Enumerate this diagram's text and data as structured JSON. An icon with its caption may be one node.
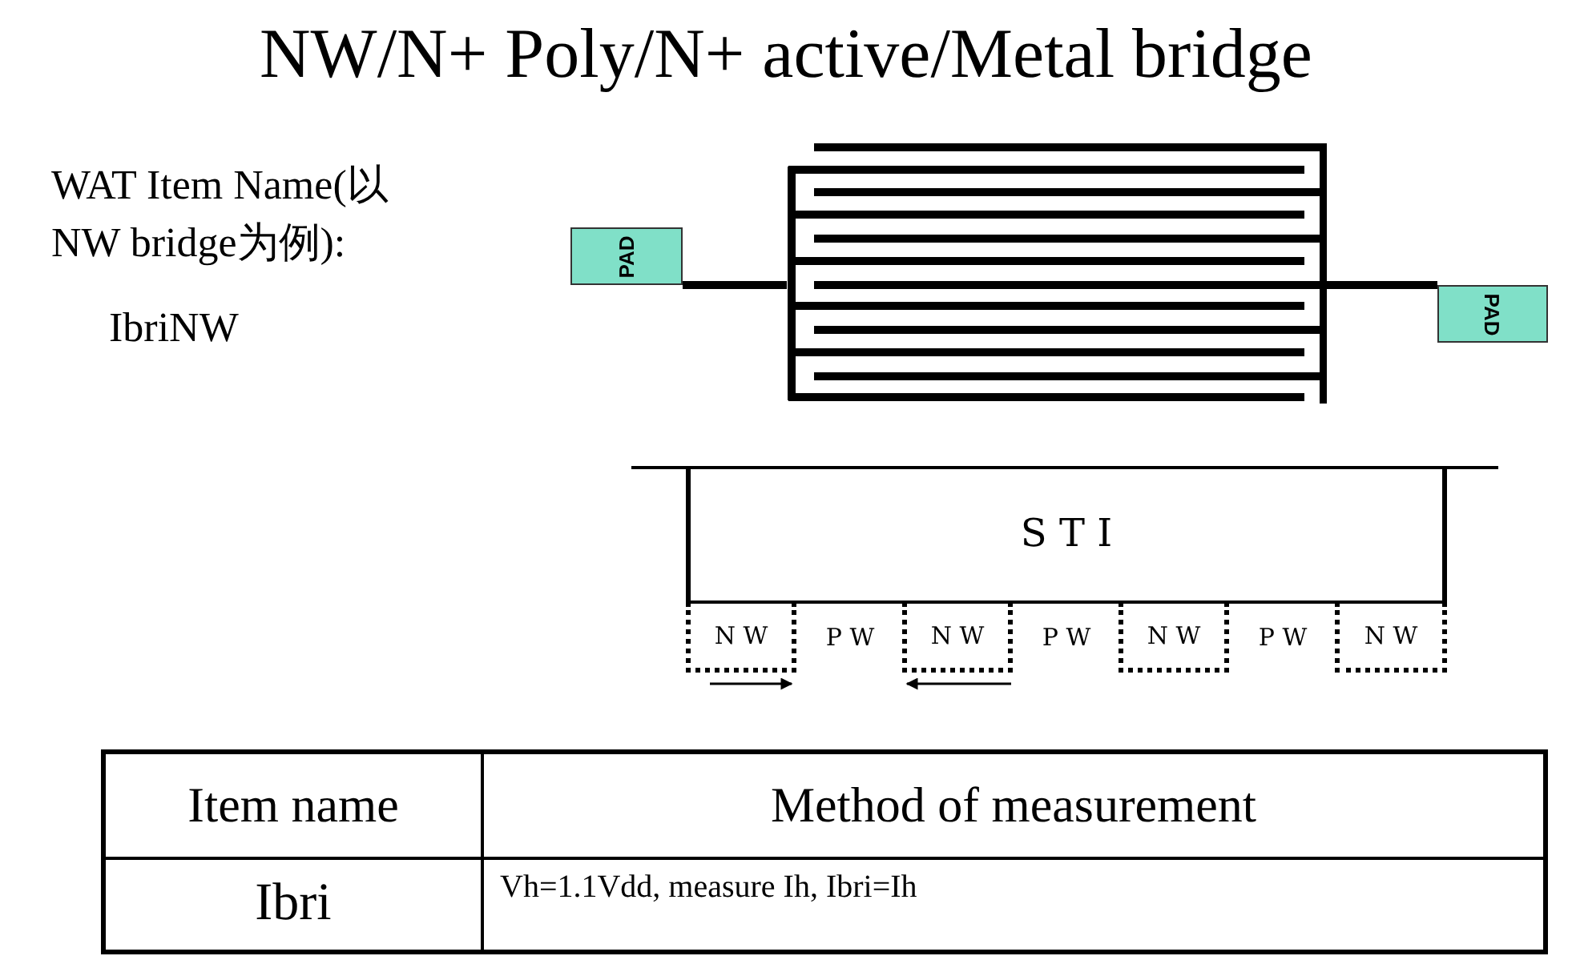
{
  "diagram": {
    "title": "NW/N+ Poly/N+ active/Metal bridge",
    "nodes": [
      {
        "text": [
          "PAD"
        ]
      },
      {
        "text": [],
        "shape": "picture"
      },
      {
        "text": [
          "PAD"
        ]
      },
      {
        "text": [
          "S T I"
        ]
      },
      {
        "text": [
          "N W"
        ]
      },
      {
        "text": [
          "P W"
        ]
      },
      {
        "text": [
          "N W"
        ]
      },
      {
        "text": [
          "P W"
        ]
      },
      {
        "text": [
          "N W"
        ]
      },
      {
        "text": [
          "P W"
        ]
      },
      {
        "text": [
          "N W"
        ]
      }
    ],
    "edges": [
      {
        "from": 0,
        "to": 1,
        "arrow": "none"
      },
      {
        "from": 1,
        "to": 2,
        "arrow": "none"
      }
    ],
    "labels": [
      "WAT Item Name(以 NW bridge为例):",
      "IbriNW",
      "Item name",
      "Method of measurement",
      "Ibri",
      "Vh=1.1Vdd, measure Ih, Ibri=Ih"
    ]
  }
}
